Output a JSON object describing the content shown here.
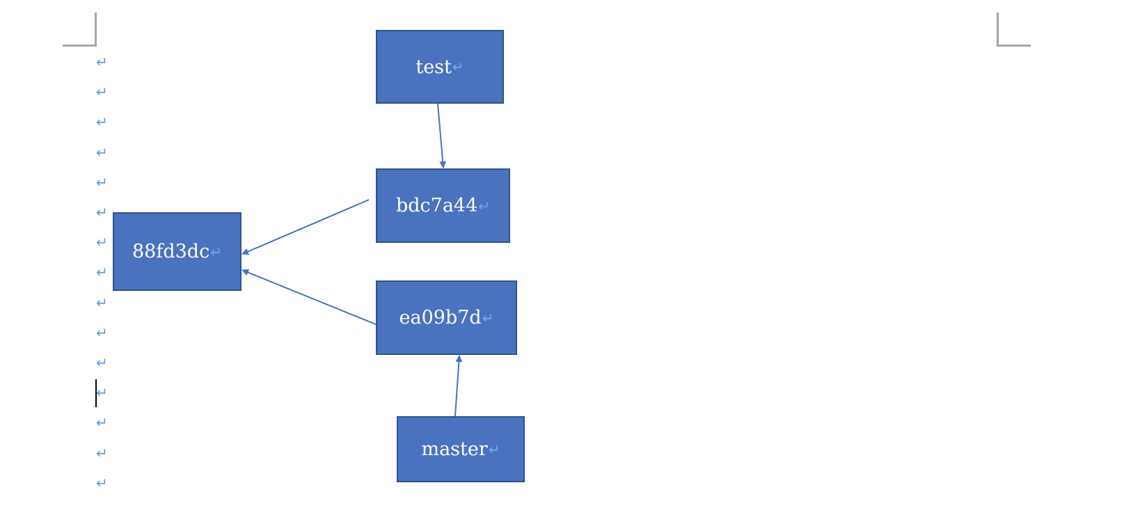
{
  "document": {
    "paragraph_mark": "↵",
    "paragraph_count": 15
  },
  "diagram": {
    "nodes": {
      "test": {
        "label": "test"
      },
      "bdc7a44": {
        "label": "bdc7a44"
      },
      "88fd3dc": {
        "label": "88fd3dc"
      },
      "ea09b7d": {
        "label": "ea09b7d"
      },
      "master": {
        "label": "master"
      }
    },
    "edges": [
      {
        "from": "test",
        "to": "bdc7a44"
      },
      {
        "from": "bdc7a44",
        "to": "88fd3dc"
      },
      {
        "from": "ea09b7d",
        "to": "88fd3dc"
      },
      {
        "from": "master",
        "to": "ea09b7d"
      }
    ]
  },
  "colors": {
    "box_fill": "#4a72bf",
    "box_border": "#2f528f",
    "arrow": "#4472c4",
    "paragraph_mark": "#5b9bd5",
    "corner_mark": "#a6a6a6"
  }
}
